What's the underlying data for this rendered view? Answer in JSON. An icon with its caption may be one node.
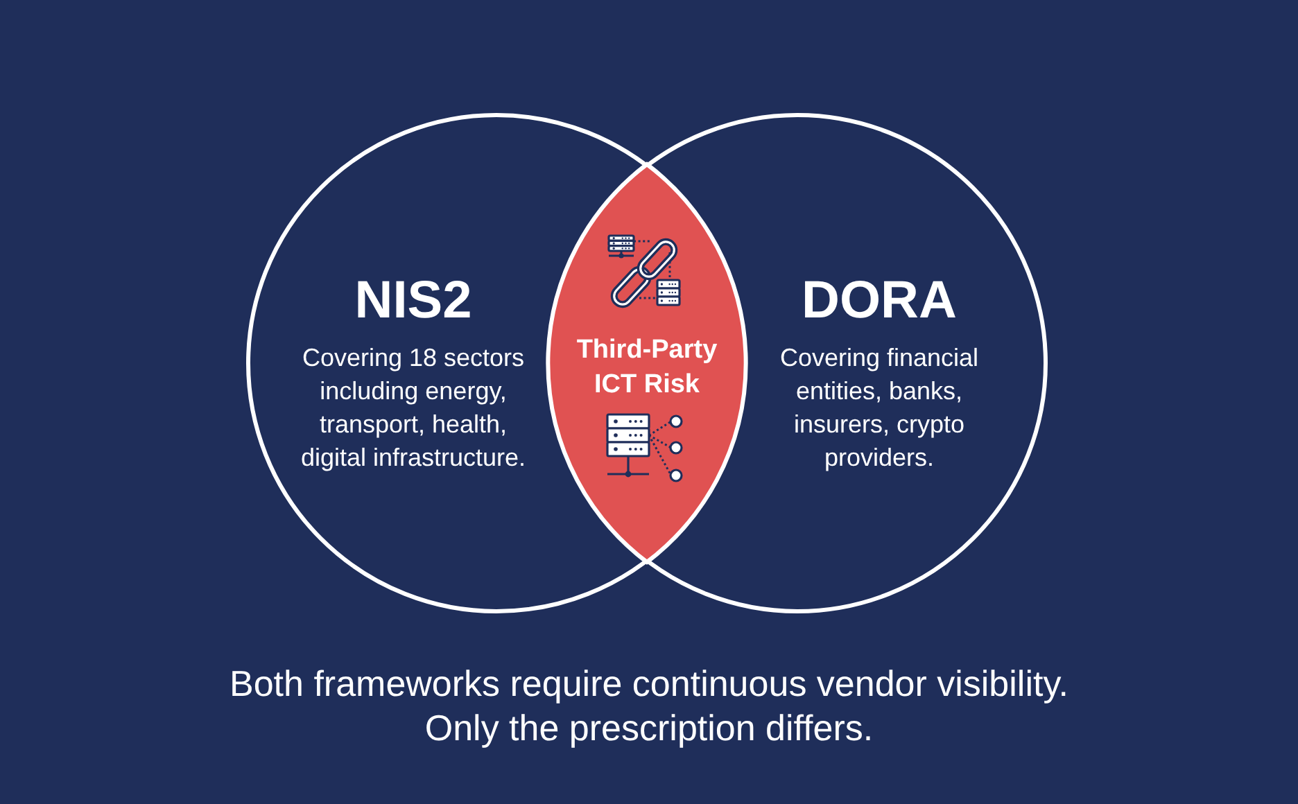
{
  "diagram": {
    "caption": "Both frameworks require continuous vendor visibility. Only the prescription differs.",
    "nodes": [
      {
        "text": [
          "NIS2",
          "Covering 18 sectors including energy, transport, health, digital infrastructure."
        ]
      },
      {
        "text": [
          "DORA",
          "Covering financial entities, banks, insurers, crypto providers."
        ]
      },
      {
        "text": [
          "Third-Party ICT Risk"
        ]
      }
    ]
  }
}
